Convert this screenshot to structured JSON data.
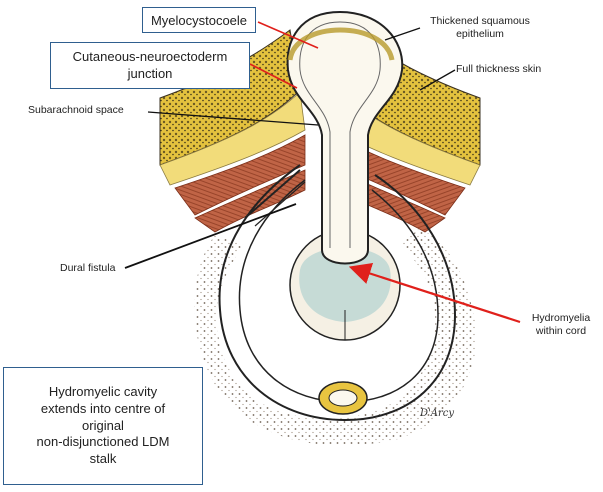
{
  "labels": {
    "myelocystocoele": "Myelocystocoele",
    "cutaneous_junction": "Cutaneous-neuroectoderm\njunction",
    "thickened_epithelium": "Thickened squamous\nepithelium",
    "full_thickness_skin": "Full thickness skin",
    "subarachnoid_space": "Subarachnoid space",
    "dural_fistula": "Dural fistula",
    "hydromyelia": "Hydromyelia\nwithin cord",
    "info_box": "Hydromyelic cavity\nextends into centre of\noriginal\nnon-disjunctioned LDM\nstalk",
    "signature": "D'Arcy"
  },
  "colors": {
    "box_border": "#2f5f8f",
    "arrow_red": "#e0201b",
    "leader_black": "#111111",
    "skin_yellow": "#e8c440",
    "muscle_red": "#b5553a",
    "fat_yellow": "#f2dc7a",
    "cyst_fill": "#fbf8ee",
    "hydromyelia_teal": "#7ab8b8",
    "ink": "#222222"
  }
}
